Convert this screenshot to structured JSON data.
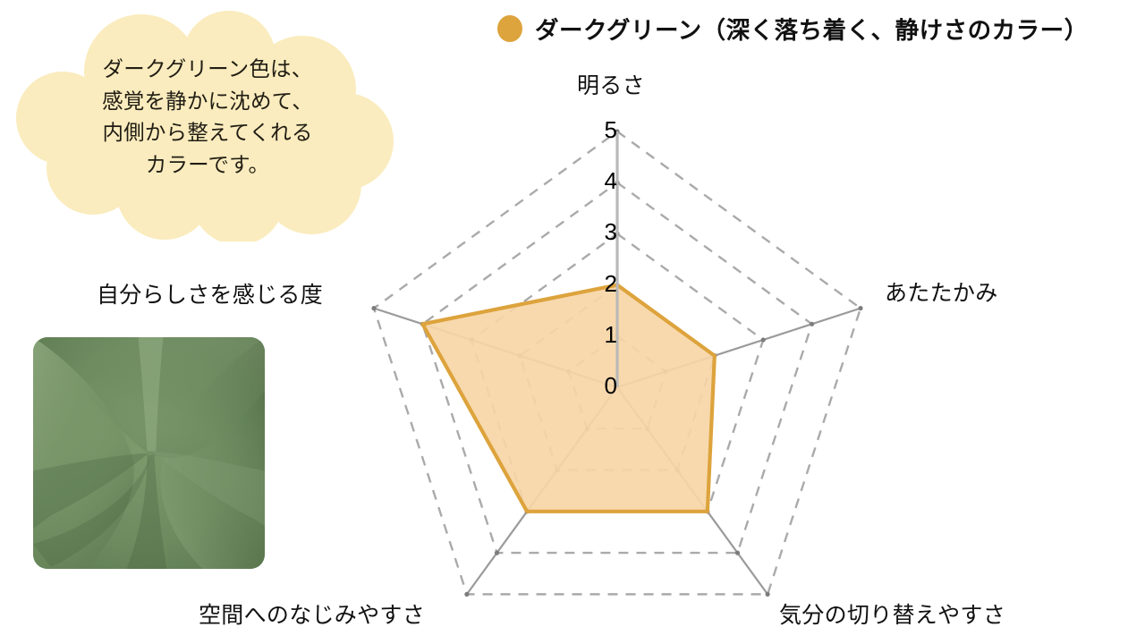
{
  "bubble": {
    "text": "ダークグリーン色は、\n感覚を静かに沈めて、\n内側から整えてくれる\nカラーです。",
    "fill_color": "#FAECBE"
  },
  "swatch": {
    "name": "dark-green-fabric",
    "base_color": "#6C8A5E",
    "shadow_color": "#4B6541",
    "highlight_color": "#8BA57C"
  },
  "legend": {
    "marker_color": "#DDA33C",
    "label": "ダークグリーン（深く落ち着く、静けさのカラー）"
  },
  "chart_data": {
    "type": "radar",
    "title": "",
    "series": [
      {
        "name": "ダークグリーン",
        "values": [
          2,
          2,
          3,
          3,
          4
        ],
        "line_color": "#DDA33C",
        "fill_color": "#F7D6A7"
      }
    ],
    "categories": [
      "明るさ",
      "あたたかみ",
      "気分の切り替えやすさ",
      "空間へのなじみやすさ",
      "自分らしさを感じる度"
    ],
    "tick_labels": [
      "0",
      "1",
      "2",
      "3",
      "4",
      "5"
    ],
    "rlim": [
      0,
      5
    ],
    "grid": true,
    "grid_color": "#AAAAAA",
    "spoke_color": "#9A9A9A",
    "legend_position": "top-right"
  }
}
